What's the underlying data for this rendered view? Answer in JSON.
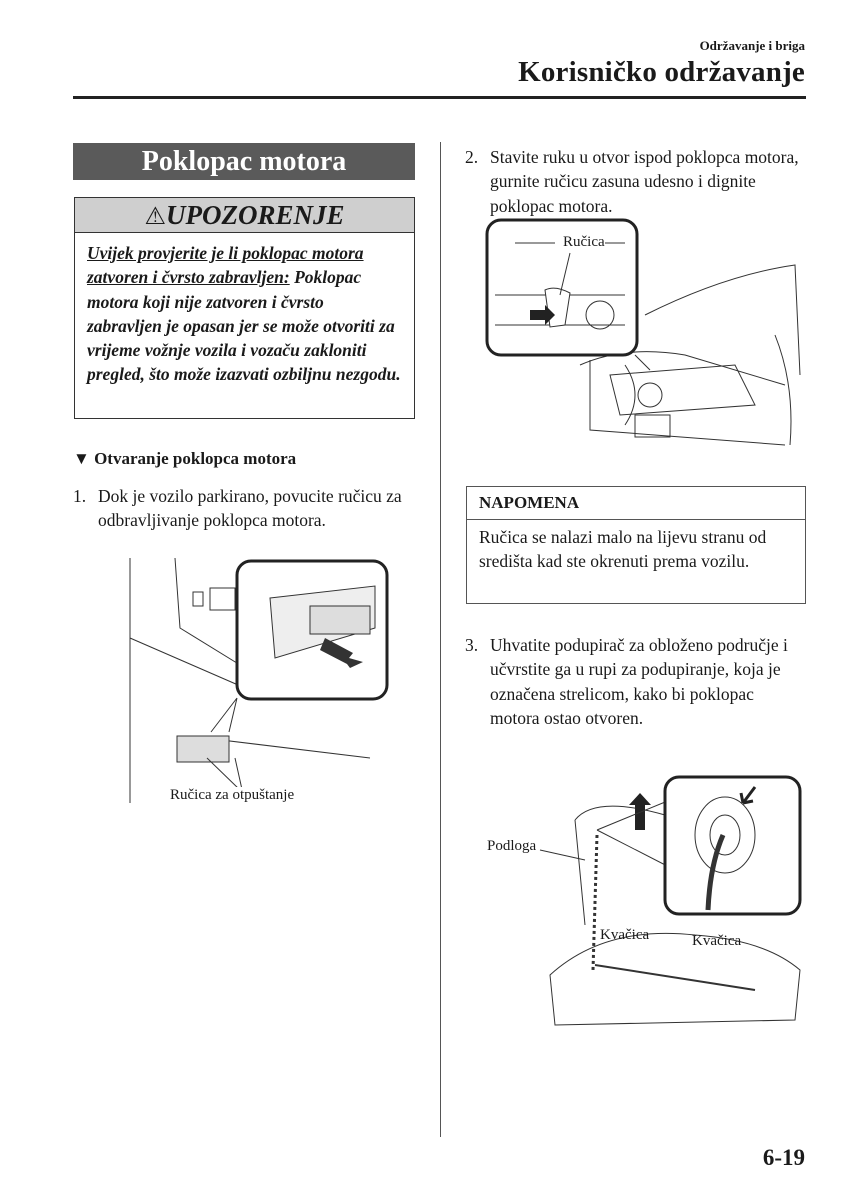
{
  "header": {
    "section": "Održavanje i briga",
    "chapter": "Korisničko održavanje"
  },
  "title": "Poklopac motora",
  "warning": {
    "icon": "warning-triangle-icon",
    "heading": "UPOZORENJE",
    "underlined": "Uvijek provjerite je li poklopac motora zatvoren i čvrsto zabravljen:",
    "body": "Poklopac motora koji nije zatvoren i čvrsto zabravljen je opasan jer se može otvoriti za vrijeme vožnje vozila i vozaču zakloniti pregled, što može izazvati ozbiljnu nezgodu."
  },
  "subheading": "▼ Otvaranje poklopca motora",
  "steps": [
    {
      "num": "1.",
      "text": "Dok je vozilo parkirano, povucite ručicu za odbravljivanje poklopca motora."
    },
    {
      "num": "2.",
      "text": "Stavite ruku u otvor ispod poklopca motora, gurnite ručicu zasuna udesno i dignite poklopac motora."
    },
    {
      "num": "3.",
      "text": "Uhvatite podupirač za obloženo područje i učvrstite ga u rupi za podupiranje, koja je označena strelicom, kako bi poklopac motora ostao otvoren."
    }
  ],
  "figures": {
    "release_label": "Ručica za otpuštanje",
    "latch_label": "Ručica",
    "pad_label": "Podloga",
    "clip_label_1": "Kvačica",
    "clip_label_2": "Kvačica"
  },
  "note": {
    "heading": "NAPOMENA",
    "text": "Ručica se nalazi malo na lijevu stranu od središta kad ste okrenuti prema vozilu."
  },
  "page_number": "6-19"
}
